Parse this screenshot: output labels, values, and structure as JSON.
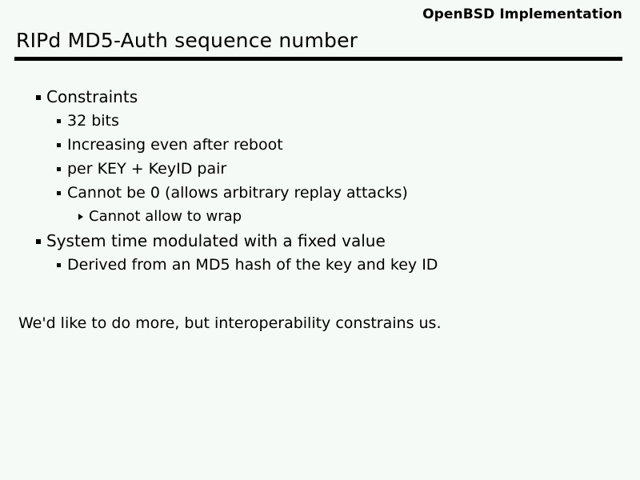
{
  "slide": {
    "header": "OpenBSD Implementation",
    "title": "RIPd MD5-Auth sequence number",
    "bullets": [
      {
        "level": 1,
        "text": "Constraints",
        "marker": "square-bullet"
      },
      {
        "level": 2,
        "text": "32 bits",
        "marker": "square-bullet"
      },
      {
        "level": 2,
        "text": "Increasing even after reboot",
        "marker": "square-bullet"
      },
      {
        "level": 2,
        "text": "per KEY + KeyID pair",
        "marker": "square-bullet"
      },
      {
        "level": 2,
        "text": "Cannot be 0 (allows arbitrary replay attacks)",
        "marker": "square-bullet"
      },
      {
        "level": 3,
        "text": "Cannot allow to wrap",
        "marker": "triangle-bullet"
      },
      {
        "level": 1,
        "text": "System time modulated with a fixed value",
        "marker": "square-bullet"
      },
      {
        "level": 2,
        "text": "Derived from an MD5 hash of the key and key ID",
        "marker": "square-bullet"
      }
    ],
    "closing_note": "We'd like to do more, but interoperability constrains us."
  },
  "colors": {
    "background": "#f5faf6",
    "text": "#000000",
    "rule": "#000000"
  }
}
